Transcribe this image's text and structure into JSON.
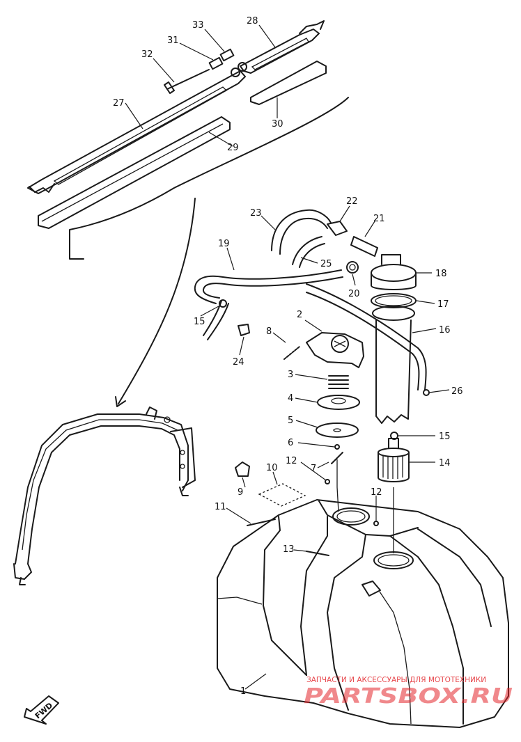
{
  "callouts": [
    {
      "id": "1",
      "label": "1"
    },
    {
      "id": "2",
      "label": "2"
    },
    {
      "id": "3",
      "label": "3"
    },
    {
      "id": "4",
      "label": "4"
    },
    {
      "id": "5",
      "label": "5"
    },
    {
      "id": "6",
      "label": "6"
    },
    {
      "id": "7",
      "label": "7"
    },
    {
      "id": "8",
      "label": "8"
    },
    {
      "id": "9",
      "label": "9"
    },
    {
      "id": "10",
      "label": "10"
    },
    {
      "id": "11",
      "label": "11"
    },
    {
      "id": "12a",
      "label": "12"
    },
    {
      "id": "12b",
      "label": "12"
    },
    {
      "id": "13",
      "label": "13"
    },
    {
      "id": "14",
      "label": "14"
    },
    {
      "id": "15a",
      "label": "15"
    },
    {
      "id": "15b",
      "label": "15"
    },
    {
      "id": "16",
      "label": "16"
    },
    {
      "id": "17",
      "label": "17"
    },
    {
      "id": "18",
      "label": "18"
    },
    {
      "id": "19",
      "label": "19"
    },
    {
      "id": "20",
      "label": "20"
    },
    {
      "id": "21",
      "label": "21"
    },
    {
      "id": "22",
      "label": "22"
    },
    {
      "id": "23",
      "label": "23"
    },
    {
      "id": "24",
      "label": "24"
    },
    {
      "id": "25",
      "label": "25"
    },
    {
      "id": "26",
      "label": "26"
    },
    {
      "id": "27",
      "label": "27"
    },
    {
      "id": "28",
      "label": "28"
    },
    {
      "id": "29",
      "label": "29"
    },
    {
      "id": "30",
      "label": "30"
    },
    {
      "id": "31",
      "label": "31"
    },
    {
      "id": "32",
      "label": "32"
    },
    {
      "id": "33",
      "label": "33"
    }
  ],
  "direction_marker": {
    "text": "FWD"
  },
  "watermark": {
    "caption": "ЗАПЧАСТИ И АКСЕССУАРЫ ДЛЯ МОТОТЕХНИКИ",
    "logo": "PARTSBOX.RU",
    "color": "#e3262b"
  }
}
